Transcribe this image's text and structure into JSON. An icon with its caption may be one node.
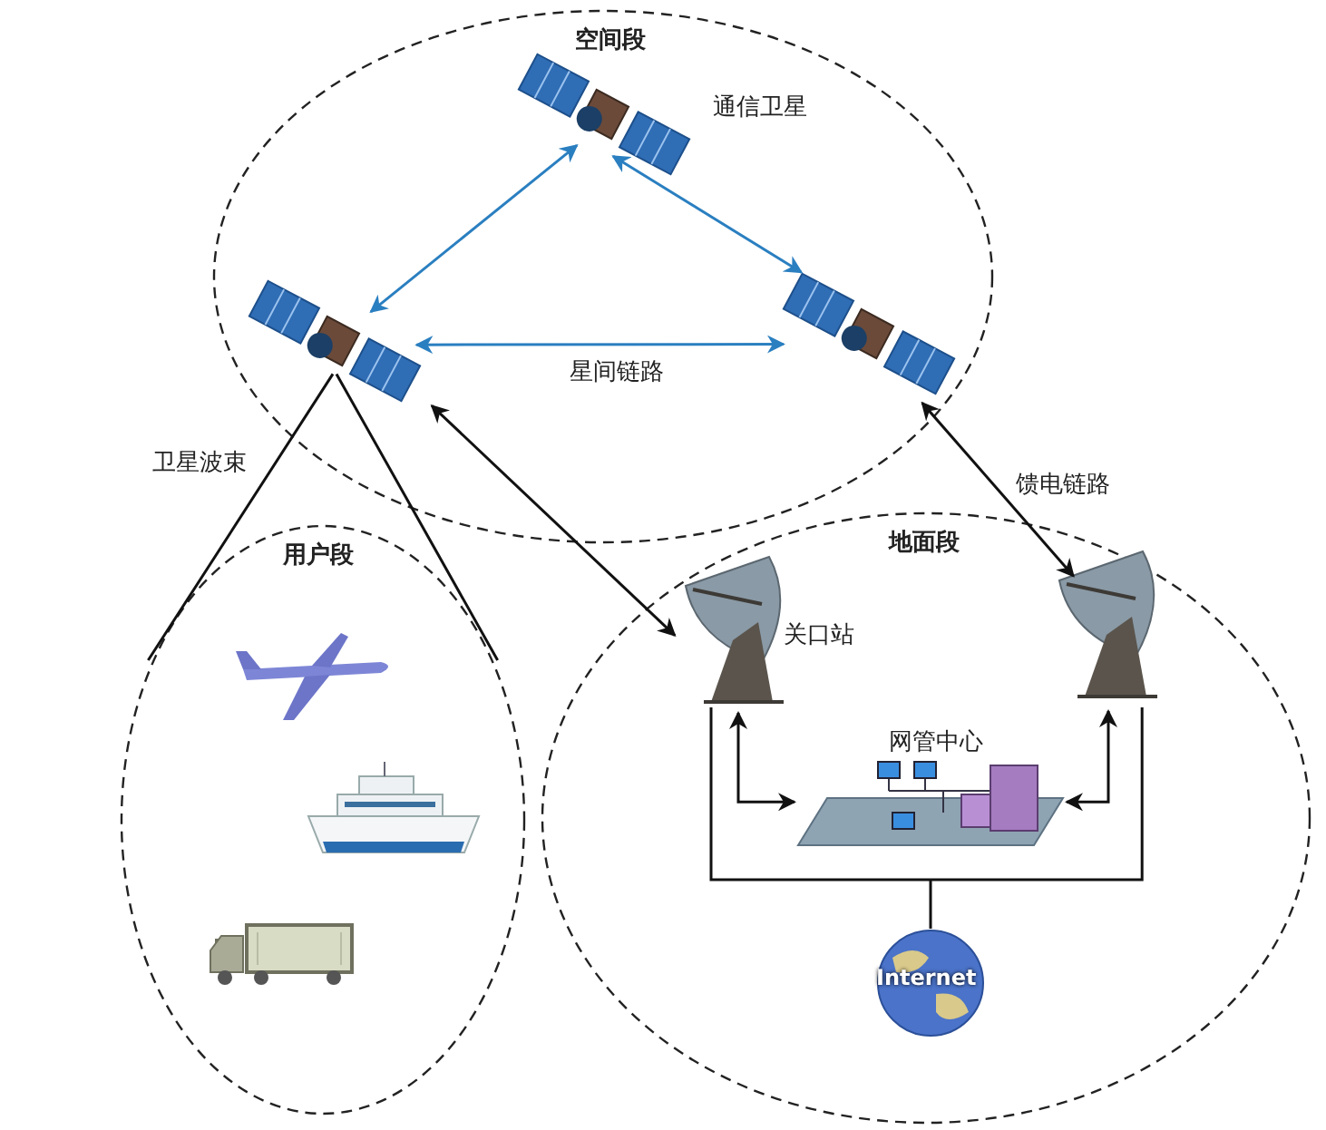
{
  "diagram": {
    "nodes": [
      {
        "text": [
          "空间段"
        ]
      },
      {
        "text": [],
        "shape": "picture",
        "beside": [
          "通信卫星"
        ],
        "in": 0
      },
      {
        "text": [],
        "shape": "picture",
        "in": 0
      },
      {
        "text": [],
        "shape": "picture",
        "in": 0
      },
      {
        "text": [
          "用户段"
        ]
      },
      {
        "text": [],
        "shape": "picture",
        "in": 4
      },
      {
        "text": [],
        "shape": "picture",
        "in": 4
      },
      {
        "text": [],
        "shape": "picture",
        "in": 4
      },
      {
        "text": [
          "地面段"
        ]
      },
      {
        "text": [],
        "shape": "picture",
        "beside": [
          "关口站"
        ],
        "in": 8
      },
      {
        "text": [],
        "shape": "picture",
        "in": 8
      },
      {
        "text": [
          "网管中心"
        ],
        "in": 8
      },
      {
        "text": [
          "Internet"
        ],
        "in": 8
      }
    ],
    "edges": [
      {
        "from": 2,
        "to": 1,
        "arrow": "both",
        "color": "#2a7fc0"
      },
      {
        "from": 1,
        "to": 3,
        "arrow": "both",
        "color": "#2a7fc0"
      },
      {
        "from": 2,
        "to": 3,
        "arrow": "both",
        "color": "#2a7fc0",
        "label": "星间链路"
      },
      {
        "from": 9,
        "to": 2,
        "arrow": "both"
      },
      {
        "from": 10,
        "to": 3,
        "arrow": "both",
        "label": "馈电链路"
      },
      {
        "from": 9,
        "to": 11,
        "arrow": "both"
      },
      {
        "from": 10,
        "to": 11,
        "arrow": "both"
      },
      {
        "from": 12,
        "to": 9,
        "arrow": "none"
      },
      {
        "from": 12,
        "to": 10,
        "arrow": "none"
      },
      {
        "from": 2,
        "to": 4,
        "arrow": "none",
        "label": "卫星波束"
      }
    ]
  }
}
